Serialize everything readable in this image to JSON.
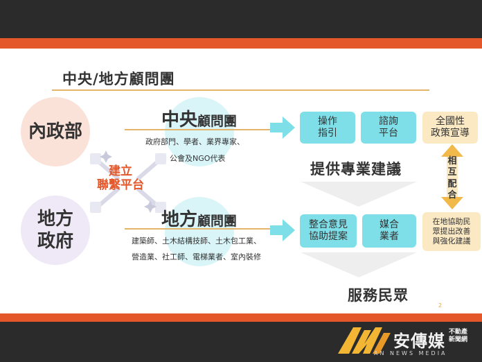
{
  "title": "中央/地方顧問團",
  "left": {
    "interior": "內政部",
    "local_gov": "地方\n政府",
    "link": "建立\n聯繫平台"
  },
  "center_adv": {
    "title_big": "中央",
    "title_small": "顧問團",
    "members_line1": "政府部門、學者、業界專家、",
    "members_line2": "公會及NGO代表"
  },
  "local_adv": {
    "title_big": "地方",
    "title_small": "顧問團",
    "members_line1": "建築師、土木結構技師、土木包工業、",
    "members_line2": "營造業、社工師、電梯業者、室內裝修"
  },
  "top_boxes": [
    "操作\n指引",
    "諮詢\n平台",
    "全國性\n政策宣導"
  ],
  "top_result": "提供專業建議",
  "mutual": "相\n互\n配\n合",
  "bottom_boxes": [
    "整合意見\n協助提案",
    "媒合\n業者",
    "在地協助民\n眾提出改善\n與強化建議"
  ],
  "bottom_result": "服務民眾",
  "page_number": "2",
  "logo": {
    "name": "安傳媒",
    "side": "不動產\n新聞網",
    "sub": "AN NEWS MEDIA"
  },
  "colors": {
    "accent_orange": "#e3572a",
    "teal": "#7fdfe8",
    "cream": "#fbe9c4",
    "gold": "#e4b46a"
  }
}
